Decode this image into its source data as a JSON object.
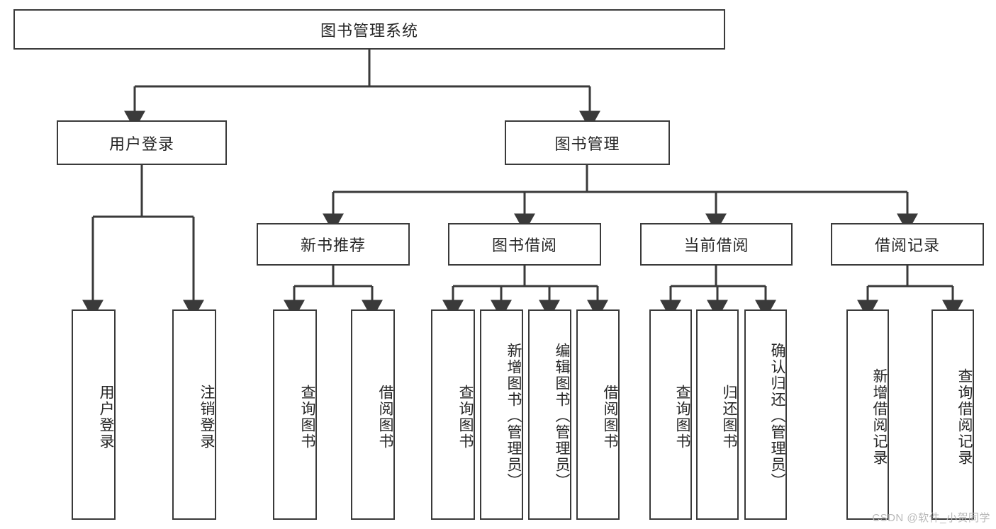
{
  "diagram": {
    "title": "图书管理系统",
    "type": "hierarchy-tree",
    "root": {
      "label": "图书管理系统"
    },
    "level2": [
      {
        "label": "用户登录"
      },
      {
        "label": "图书管理"
      }
    ],
    "level3": [
      {
        "label": "新书推荐"
      },
      {
        "label": "图书借阅"
      },
      {
        "label": "当前借阅"
      },
      {
        "label": "借阅记录"
      }
    ],
    "leaves": {
      "user_login": [
        {
          "label": "用户登录"
        },
        {
          "label": "注销登录"
        }
      ],
      "new_book": [
        {
          "label": "查询图书"
        },
        {
          "label": "借阅图书"
        }
      ],
      "borrow": [
        {
          "label": "查询图书"
        },
        {
          "label": "新增图书（管理员）"
        },
        {
          "label": "编辑图书（管理员）"
        },
        {
          "label": "借阅图书"
        }
      ],
      "current": [
        {
          "label": "查询图书"
        },
        {
          "label": "归还图书"
        },
        {
          "label": "确认归还（管理员）"
        }
      ],
      "records": [
        {
          "label": "新增借阅记录"
        },
        {
          "label": "查询借阅记录"
        }
      ]
    }
  },
  "watermark": {
    "text": "CSDN @软件_小贺同学"
  },
  "colors": {
    "stroke": "#3a3a3a",
    "text": "#262626",
    "background": "#ffffff",
    "watermark": "#b9b9b9"
  }
}
